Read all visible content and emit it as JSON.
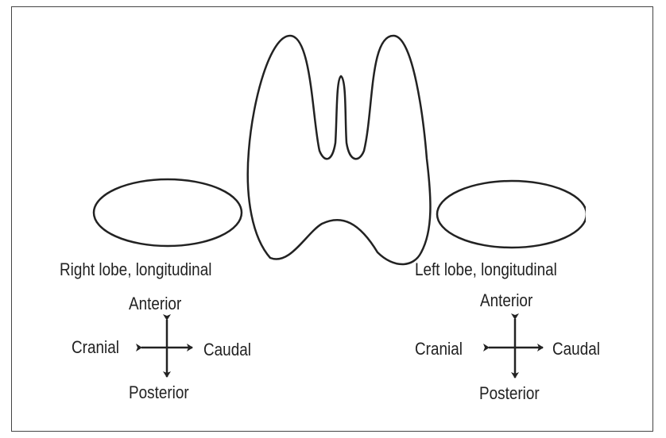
{
  "right": {
    "title": "Right lobe, longitudinal",
    "anterior": "Anterior",
    "posterior": "Posterior",
    "cranial": "Cranial",
    "caudal": "Caudal"
  },
  "left": {
    "title": "Left lobe, longitudinal",
    "anterior": "Anterior",
    "posterior": "Posterior",
    "cranial": "Cranial",
    "caudal": "Caudal"
  },
  "colors": {
    "stroke": "#222222",
    "frame": "#444444",
    "background": "#ffffff"
  }
}
